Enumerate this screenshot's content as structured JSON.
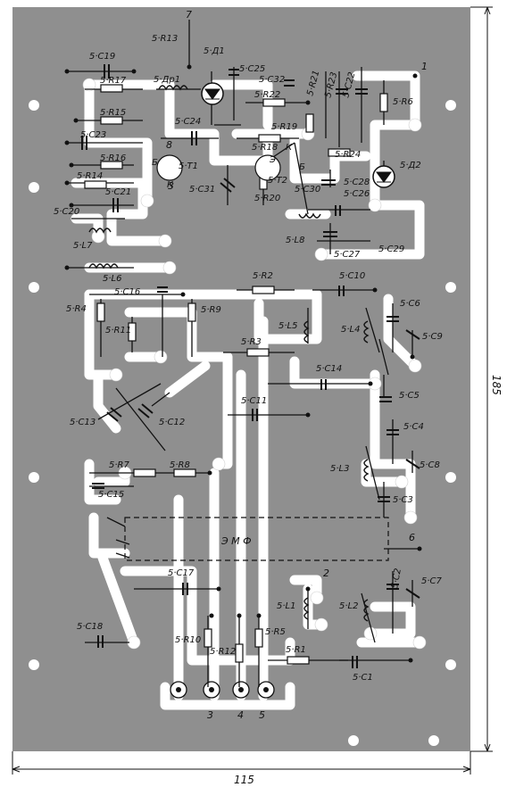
{
  "board": {
    "emf_label": "Э М Ф",
    "dim_height": "185",
    "dim_width": "115",
    "colors": {
      "substrate": "#8f8f8f",
      "trace": "#ffffff",
      "ink": "#111111"
    }
  },
  "pins": [
    "7",
    "1",
    "8",
    "3",
    "2",
    "6",
    "3",
    "4",
    "5"
  ],
  "labels": {
    "resistors": [
      "5·R13",
      "5·R17",
      "5·R15",
      "5·R16",
      "5·R14",
      "5·R22",
      "5·R19",
      "5·R18",
      "5·R20",
      "5·R24",
      "5·R6",
      "5·R21",
      "5·R23",
      "5·R2",
      "5·R4",
      "5·R9",
      "5·R11",
      "5·R3",
      "5·R7",
      "5·R8",
      "5·R10",
      "5·R12",
      "5·R5",
      "5·R1"
    ],
    "capacitors": [
      "5·C19",
      "5·C23",
      "5·C21",
      "5·C20",
      "5·C25",
      "5·C32",
      "5·C24",
      "5·C31",
      "5·C30",
      "5·C22",
      "5·C26",
      "5·C27",
      "5·C28",
      "5·C29",
      "5·C16",
      "5·C10",
      "5·C14",
      "5·C11",
      "5·C13",
      "5·C12",
      "5·C15",
      "5·C17",
      "5·C18",
      "5·C6",
      "5·C9",
      "5·C5",
      "5·C4",
      "5·C8",
      "5·C3",
      "5·C2",
      "5·C7",
      "5·C1"
    ],
    "inductors": [
      "5·Др1",
      "5·L7",
      "5·L6",
      "5·L8",
      "5·L5",
      "5·L4",
      "5·L3",
      "5·L2",
      "5·L1"
    ],
    "diodes": [
      "5·Д1",
      "5·Д2"
    ],
    "transistors": [
      "5·T1",
      "5·T2"
    ],
    "transistor_pins": [
      "Б",
      "К",
      "Э",
      "Б",
      "К"
    ]
  }
}
